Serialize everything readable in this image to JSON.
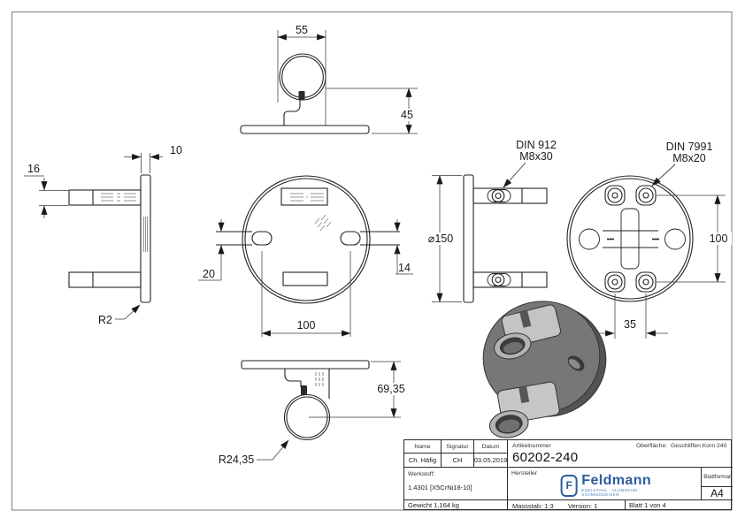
{
  "drawing": {
    "top_view": {
      "width": "55",
      "height": "45"
    },
    "left_view": {
      "arm_height": "16",
      "plate_thickness": "10",
      "fillet_radius": "R2"
    },
    "front_view": {
      "slot_offset": "20",
      "slot_height": "14",
      "slot_spacing": "100"
    },
    "right_side_view": {
      "diameter": "⌀150",
      "screw_note_line1": "DIN 912",
      "screw_note_line2": "M8x30"
    },
    "back_view": {
      "screw_note_line1": "DIN 7991",
      "screw_note_line2": "M8x20",
      "hole_spacing_vertical": "100",
      "hole_spacing_horizontal": "35"
    },
    "bottom_view": {
      "height": "69,35",
      "ring_radius": "R24,35"
    }
  },
  "title_block": {
    "labels": {
      "name": "Name",
      "signatur": "Signatur",
      "datum": "Datum",
      "artikelnummer": "Artikelnummer",
      "oberflaeche": "Oberfläche:",
      "werkstoff": "Werkstoff:",
      "hersteller": "Hersteller",
      "blattformat": "Blattformat"
    },
    "values": {
      "name": "Ch. Häfig",
      "signatur": "CH",
      "datum": "03.05.2019",
      "artikelnummer": "60202-240",
      "oberflaeche": "Geschliffen Korn 240",
      "werkstoff": "1.4301 [X5CrNi18-10]",
      "blattformat": "A4",
      "gewicht": "Gewicht 1,164 kg",
      "massstab": "Massstab: 1:3",
      "version": "Version: 1",
      "blatt": "Blatt 1 von 4"
    },
    "logo": {
      "name": "Feldmann",
      "tagline": "EDELSTAHL · ALUMINIUM · SCHMIEDEEISEN"
    }
  },
  "colors": {
    "line": "#222222",
    "logo_blue": "#2b5d9e"
  }
}
